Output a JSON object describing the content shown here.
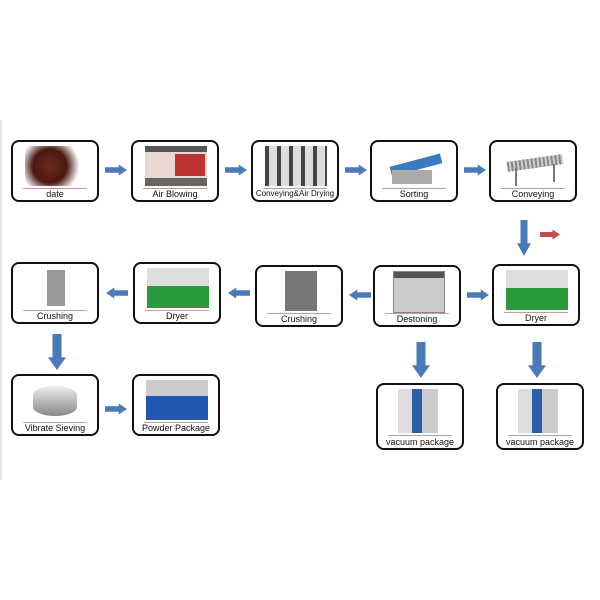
{
  "steps": {
    "date": "date",
    "air_blowing": "Air Blowing",
    "conveying_air_drying": "Conveying&Air Drying",
    "sorting": "Sorting",
    "conveying": "Conveying",
    "dryer1": "Dryer",
    "destoning": "Destoning",
    "crushing1": "Crushing",
    "dryer2": "Dryer",
    "crushing2": "Crushing",
    "vibrate_sieving": "Vibrate Sieving",
    "powder_package": "Powder Package",
    "vacuum_package1": "vacuum package",
    "vacuum_package2": "vacuum package"
  },
  "colors": {
    "arrow": "#4a7ab8",
    "red_arrow": "#c0504d",
    "border": "#111111"
  }
}
